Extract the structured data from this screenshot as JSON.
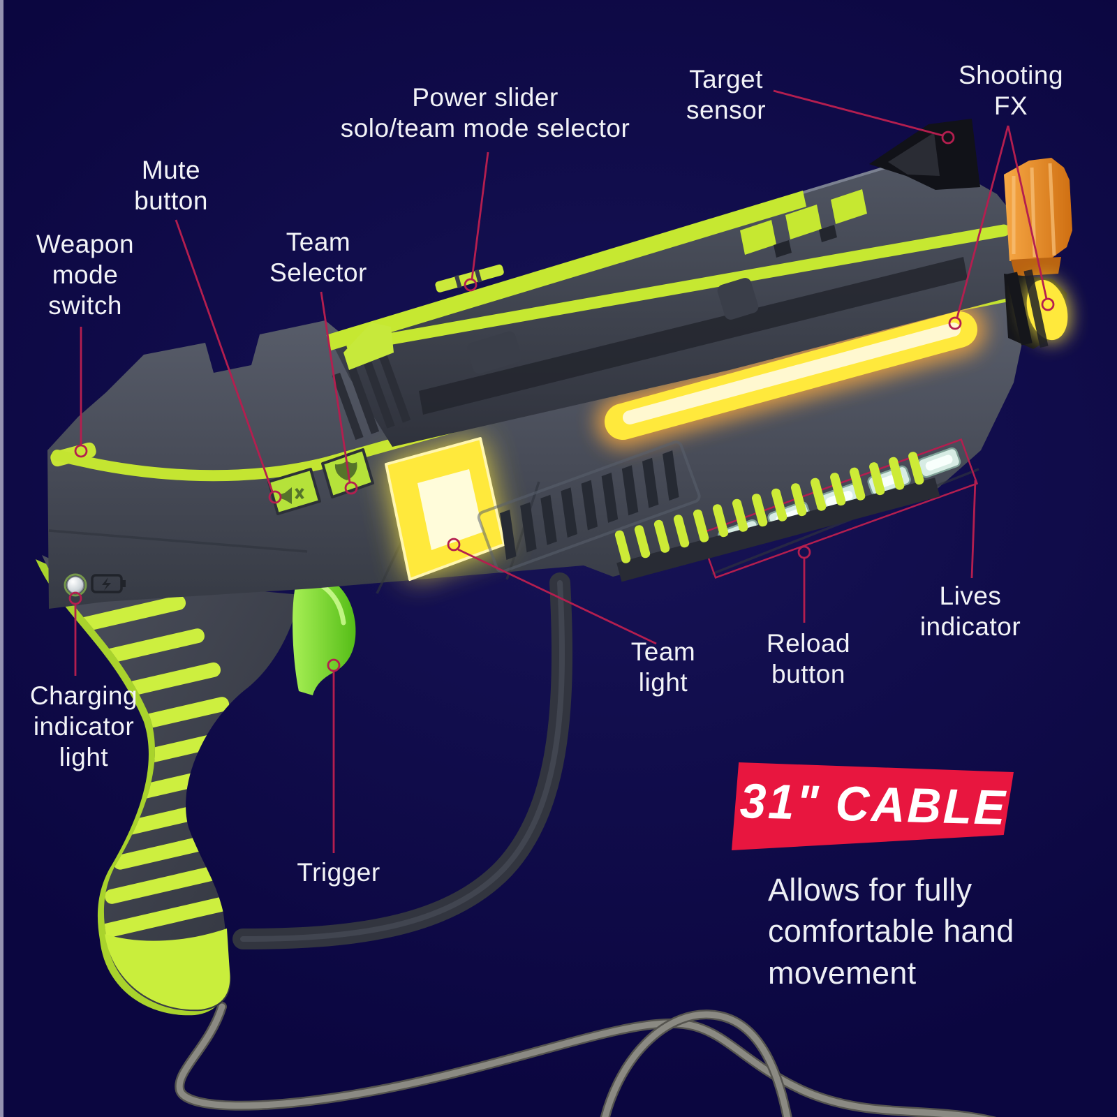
{
  "figure": {
    "kind": "product-infographic",
    "subject": "laser tag blaster with labeled parts"
  },
  "colors": {
    "background": "#0d0945",
    "accent_green": "#c6e831",
    "glow_yellow": "#ffeb3d",
    "body_gray": "#474b57",
    "muzzle_orange": "#ef9334",
    "callout_line": "#b41e4f",
    "badge_red": "#e8163f",
    "label_text": "#f2f3f7",
    "led_pale": "#def1ea",
    "trigger_green": "#86dd3a",
    "cable_gray": "#85847e"
  },
  "callouts": {
    "power_slider": {
      "label": "Power slider\nsolo/team mode selector"
    },
    "target_sensor": {
      "label": "Target\nsensor"
    },
    "shooting_fx": {
      "label": "Shooting\nFX"
    },
    "mute_button": {
      "label": "Mute\nbutton"
    },
    "team_selector": {
      "label": "Team\nSelector"
    },
    "weapon_mode_switch": {
      "label": "Weapon\nmode\nswitch"
    },
    "charging_indicator_light": {
      "label": "Charging\nindicator\nlight"
    },
    "trigger": {
      "label": "Trigger"
    },
    "team_light": {
      "label": "Team\nlight"
    },
    "reload_button": {
      "label": "Reload\nbutton"
    },
    "lives_indicator": {
      "label": "Lives\nindicator"
    }
  },
  "badge": {
    "text": "31\" CABLE"
  },
  "description": {
    "text": "Allows for fully\ncomfortable hand\nmovement"
  },
  "icons": {
    "mute_button": "speaker-muted-icon",
    "team_selector": "shield-icon",
    "charging_port": "battery-icon"
  }
}
